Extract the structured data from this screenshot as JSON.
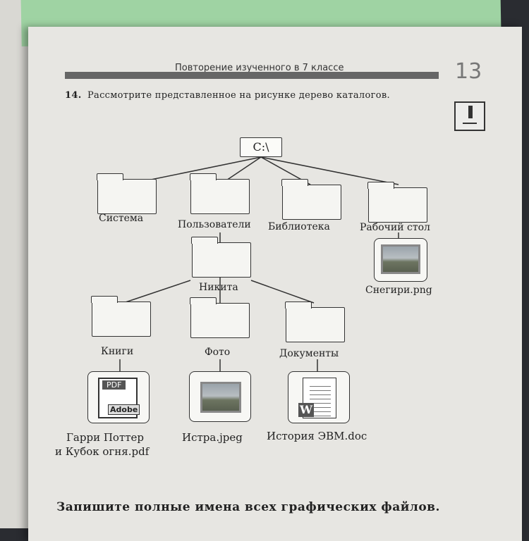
{
  "header": {
    "section_title": "Повторение изученного в 7 классе",
    "page_number": "13"
  },
  "task": {
    "number": "14.",
    "text": "Рассмотрите представленное на рисунке дерево каталогов."
  },
  "tree": {
    "root": "C:\\",
    "level1": [
      "Система",
      "Пользователи",
      "Библиотека",
      "Рабочий стол"
    ],
    "user_folder": "Никита",
    "level3": [
      "Книги",
      "Фото",
      "Документы"
    ],
    "files": {
      "desktop": "Снегири.png",
      "books_line1": "Гарри Поттер",
      "books_line2": "и Кубок огня.pdf",
      "photo": "Истра.jpeg",
      "docs": "История ЭВМ.doc"
    },
    "icons": {
      "pdf_label": "PDF",
      "adobe_label": "Adobe",
      "word_label": "W"
    }
  },
  "question": "Запишите полные имена всех графических файлов."
}
